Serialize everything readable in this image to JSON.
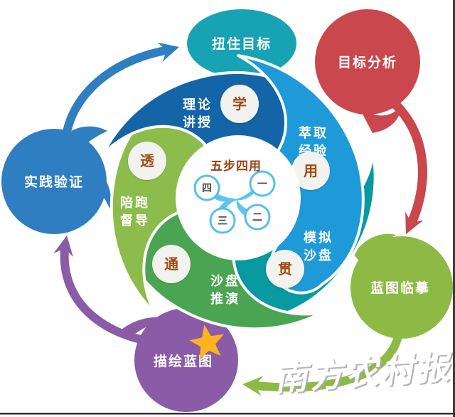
{
  "diagram": {
    "center": {
      "title": "五步四用",
      "steps": [
        "一",
        "二",
        "三",
        "四"
      ]
    },
    "pinwheel": [
      {
        "label_line1": "理论",
        "label_line2": "讲授",
        "badge": "学",
        "color": "#1365a7"
      },
      {
        "label_line1": "萃取",
        "label_line2": "经验",
        "badge": "用",
        "color": "#1f9ad8"
      },
      {
        "label_line1": "模拟",
        "label_line2": "沙盘",
        "badge": "贯",
        "color": "#0899a1"
      },
      {
        "label_line1": "沙盘",
        "label_line2": "推演",
        "badge": "通",
        "color": "#4aa552"
      },
      {
        "label_line1": "陪跑",
        "label_line2": "督导",
        "badge": "透",
        "color": "#8cbd4c"
      }
    ],
    "outer_nodes": [
      {
        "label": "扭住目标",
        "color": "#18a3b4"
      },
      {
        "label": "目标分析",
        "color": "#c9474d"
      },
      {
        "label": "蓝图临摹",
        "color": "#8cba45"
      },
      {
        "label": "描绘蓝图",
        "color": "#8a5ba7"
      },
      {
        "label": "实践验证",
        "color": "#2e7ec1"
      }
    ],
    "watermark": "南方农村报"
  },
  "colors": {
    "badge_bg": "#f2f2ef",
    "badge_text": "#a04a12",
    "center_title": "#9a4012",
    "bubble_border": "#56bfea",
    "bubble_tail": "#5ec4ee",
    "star_fill": "#ffb31e",
    "star_stroke": "#ef9e00",
    "arrow_blue": "#2e7ec1",
    "arrow_red": "#c9474d",
    "arrow_green": "#8cba45",
    "arrow_purple": "#8a5ba7"
  }
}
